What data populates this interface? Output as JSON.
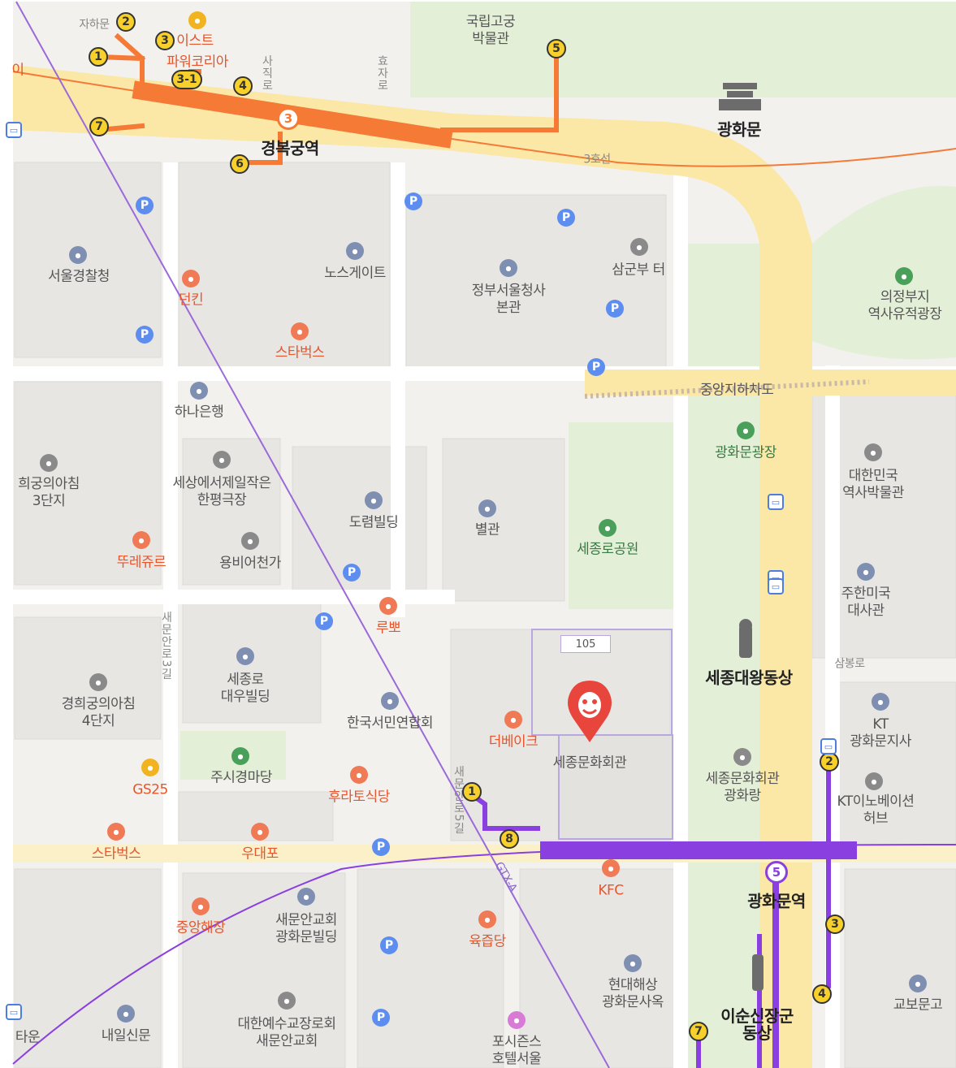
{
  "colors": {
    "line3": "#f47a36",
    "line5": "#8a3fe0",
    "road_major": "#fbe7a6",
    "park": "#e6f1da",
    "block": "#e9e8e5",
    "pin": "#e8453c"
  },
  "stations": {
    "gyeongbokgung": {
      "name": "경복궁역",
      "line": "3"
    },
    "gwanghwamun": {
      "name": "광화문역",
      "line": "5"
    }
  },
  "lines": {
    "line3_label": "3호선",
    "gtx_label": "GTX-A"
  },
  "exits": [
    "1",
    "2",
    "3",
    "3-1",
    "4",
    "5",
    "6",
    "7",
    "1",
    "8",
    "2",
    "3",
    "4",
    "7"
  ],
  "building_number": "105",
  "labels": {
    "jaha": "자하문",
    "east": "이스트",
    "powerkorea": "파워코리아",
    "sajik": "사직로",
    "hyoja": "효자로",
    "museum": "국립고궁\n박물관",
    "gwanghwamun_gate": "광화문",
    "police": "서울경찰청",
    "dunkin": "던킨",
    "nosgate": "노스게이트",
    "govt": "정부서울청사\n본관",
    "samgun": "삼군부 터",
    "uijeongbu": "의정부지\n역사유적광장",
    "starbucks1": "스타벅스",
    "hana": "하나은행",
    "underpass": "중앙지하차도",
    "plaza": "광화문광장",
    "museum_history": "대한민국\n역사박물관",
    "heegung3": "희궁의아침\n3단지",
    "theater": "세상에서제일작은\n한평극장",
    "doryeom": "도렴빌딩",
    "annex": "별관",
    "sejongro_park": "세종로공원",
    "touslesjours": "뚜레쥬르",
    "yongbi": "용비어천가",
    "us_embassy": "주한미국\n대사관",
    "saemunan3": "새문안로3길",
    "lubbeo": "루뽀",
    "sambong": "삼봉로",
    "sejongro_daewoo": "세종로\n대우빌딩",
    "king_statue": "세종대왕동상",
    "heegung4": "경희궁의아침\n4단지",
    "seomin": "한국서민연합회",
    "thebake": "더베이크",
    "sejong_center": "세종문화회관",
    "kt": "KT\n광화문지사",
    "gs25": "GS25",
    "jusi": "주시경마당",
    "hura": "후라토식당",
    "sejong_gallery": "세종문화회관\n광화랑",
    "kt_hub": "KT이노베이션\n허브",
    "saemunan5": "새문안로5길",
    "starbucks2": "스타벅스",
    "udaepo": "우대포",
    "kfc": "KFC",
    "jungang": "중앙해장",
    "saemunan_church_bld": "새문안교회\n광화문빌딩",
    "yukjeom": "육즙당",
    "hyundai": "현대해상\n광화문사옥",
    "kyobo": "교보문고",
    "naeil": "내일신문",
    "yesu": "대한예수교장로회\n새문안교회",
    "four_seasons": "포시즌스\n호텔서울",
    "yisunsin": "이순신장군\n동상",
    "tower": "타운",
    "edge_left": "이"
  }
}
